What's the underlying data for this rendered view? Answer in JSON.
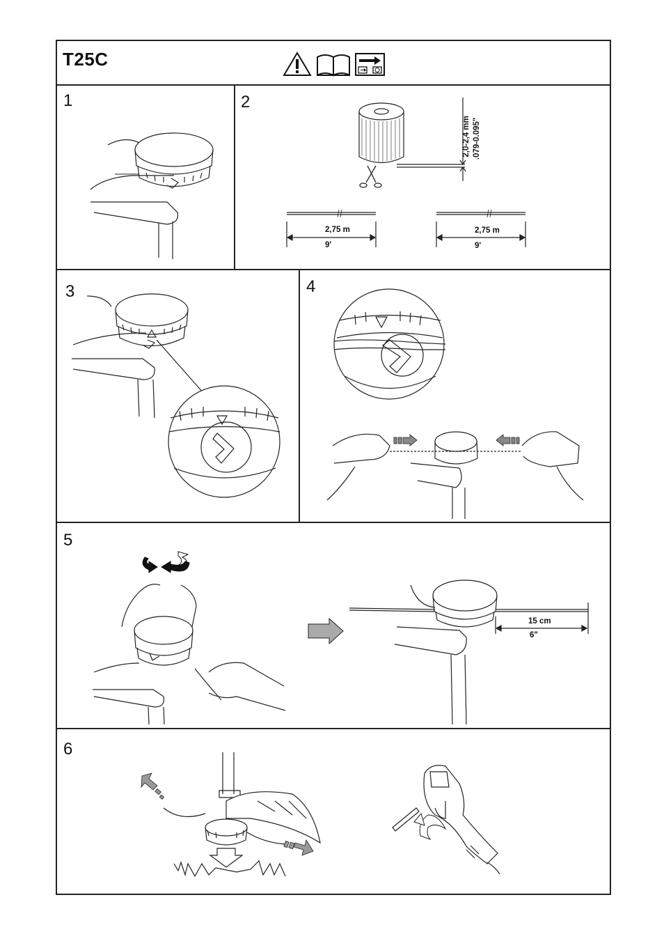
{
  "header": {
    "title": "T25C"
  },
  "icons": [
    "warning-icon",
    "manual-book-icon",
    "arrow-panel-icon"
  ],
  "steps": {
    "s1": "1",
    "s2": "2",
    "s3": "3",
    "s4": "4",
    "s5": "5",
    "s6": "6"
  },
  "step2": {
    "diameter_mm": "2,0-2,4 mm",
    "diameter_in": ".079-0.095\"",
    "length_left_m": "2,75 m",
    "length_left_ft": "9'",
    "length_right_m": "2,75 m",
    "length_right_ft": "9'"
  },
  "step5": {
    "length_cm": "15 cm",
    "length_in": "6\""
  }
}
